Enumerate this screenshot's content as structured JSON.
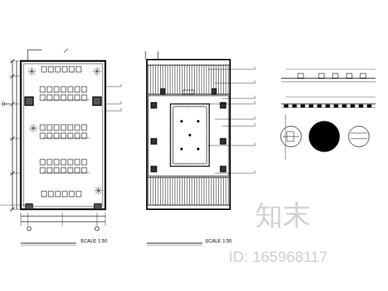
{
  "diagram": {
    "labels": [
      "SCALE 1:50",
      "SCALE 1:50",
      "知末",
      "ID: 165968117"
    ]
  }
}
